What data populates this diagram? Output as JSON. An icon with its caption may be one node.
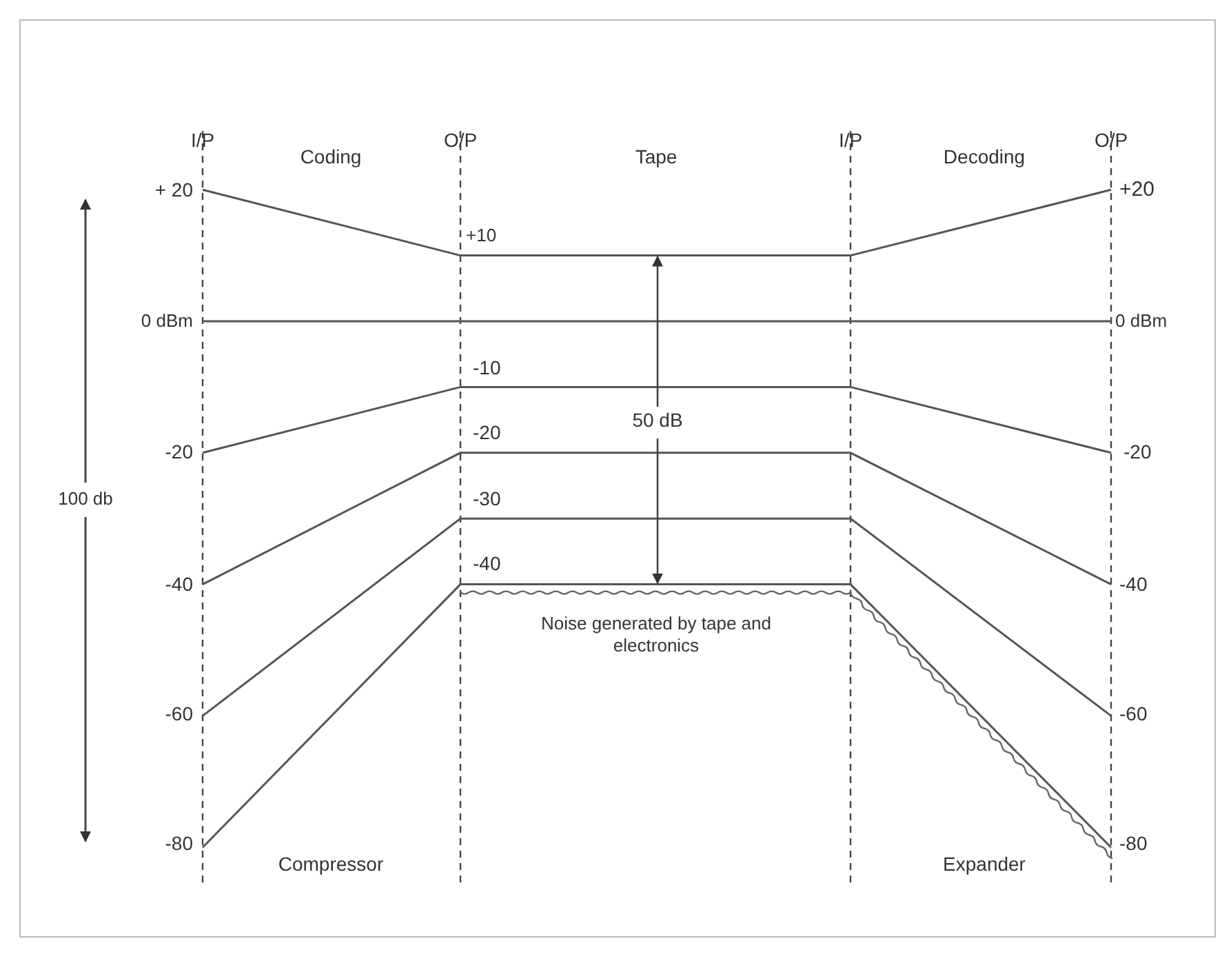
{
  "diagram": {
    "labels": [
      "I/P",
      "Coding",
      "O/P",
      "Tape",
      "I/P",
      "Decoding",
      "O/P",
      "+ 20",
      "+20",
      "+10",
      "0 dBm",
      "0 dBm",
      "-10",
      "50 dB",
      "-20",
      "-20",
      "-20",
      "100 db",
      "-30",
      "-40",
      "-40",
      "-40",
      "Noise generated by tape and electronics",
      "-60",
      "-60",
      "-80",
      "-80",
      "Compressor",
      "Expander"
    ]
  }
}
